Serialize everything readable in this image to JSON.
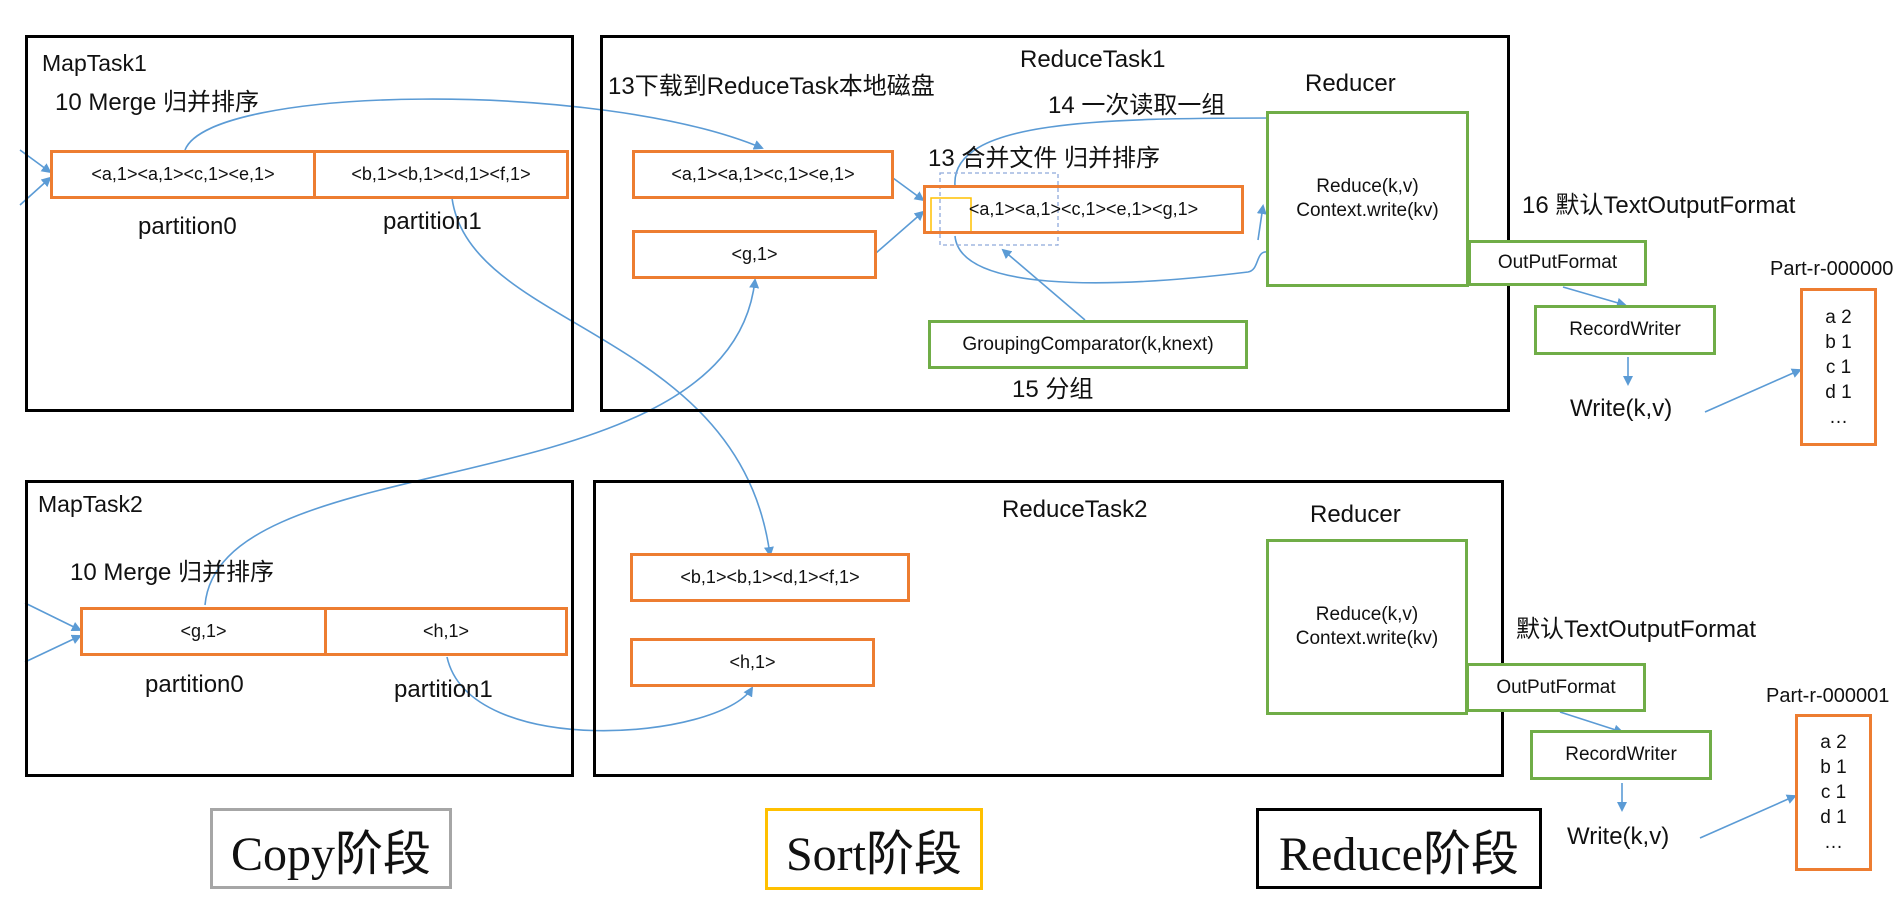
{
  "map_task_1": {
    "title": "MapTask1",
    "merge_label": "10 Merge 归并排序",
    "partition0_content": "<a,1><a,1><c,1><e,1>",
    "partition1_content": "<b,1><b,1><d,1><f,1>",
    "partition0_label": "partition0",
    "partition1_label": "partition1"
  },
  "map_task_2": {
    "title": "MapTask2",
    "merge_label": "10 Merge 归并排序",
    "partition0_content": "<g,1>",
    "partition1_content": "<h,1>",
    "partition0_label": "partition0",
    "partition1_label": "partition1"
  },
  "reduce_task_1": {
    "title": "ReduceTask1",
    "download_label": "13下载到ReduceTask本地磁盘",
    "read_group_label": "14 一次读取一组",
    "merge_file_label": "13 合并文件 归并排序",
    "box_1": "<a,1><a,1><c,1><e,1>",
    "box_2": "<g,1>",
    "merged_box": "<a,1><a,1><c,1><e,1><g,1>",
    "grouping_comparator": "GroupingComparator(k,knext)",
    "grouping_label": "15 分组",
    "reducer_title": "Reducer",
    "reduce_call": "Reduce(k,v)",
    "context_write": "Context.write(kv)"
  },
  "reduce_task_2": {
    "title": "ReduceTask2",
    "box_1": "<b,1><b,1><d,1><f,1>",
    "box_2": "<h,1>",
    "reducer_title": "Reducer",
    "reduce_call": "Reduce(k,v)",
    "context_write": "Context.write(kv)"
  },
  "output_1": {
    "format_label": "16 默认TextOutputFormat",
    "output_format": "OutPutFormat",
    "record_writer": "RecordWriter",
    "write_label": "Write(k,v)",
    "file_name": "Part-r-000000",
    "lines": [
      "a 2",
      "b 1",
      "c 1",
      "d 1",
      "…"
    ]
  },
  "output_2": {
    "format_label": "默认TextOutputFormat",
    "output_format": "OutPutFormat",
    "record_writer": "RecordWriter",
    "write_label": "Write(k,v)",
    "file_name": "Part-r-000001",
    "lines": [
      "a 2",
      "b 1",
      "c 1",
      "d 1",
      "…"
    ]
  },
  "stages": {
    "copy": "Copy阶段",
    "sort": "Sort阶段",
    "reduce": "Reduce阶段"
  },
  "colors": {
    "map_box": "#ed7d31",
    "reducer_box": "#70ad47",
    "arrow": "#5b9bd5",
    "copy_stage_border": "#a6a6a6",
    "sort_stage_border": "#ffc000",
    "reduce_stage_border": "#000000"
  }
}
